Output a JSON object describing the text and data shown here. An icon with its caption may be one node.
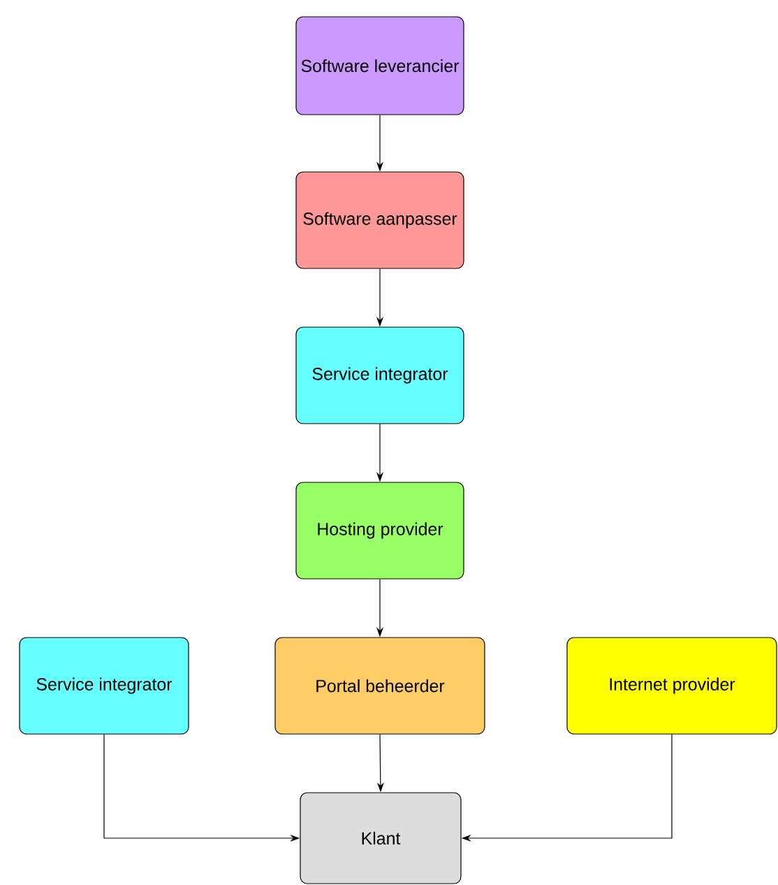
{
  "diagram": {
    "nodes": [
      {
        "text": [
          "Software leverancier"
        ]
      },
      {
        "text": [
          "Software aanpasser"
        ]
      },
      {
        "text": [
          "Service integrator"
        ]
      },
      {
        "text": [
          "Hosting provider"
        ]
      },
      {
        "text": [
          "Service integrator"
        ]
      },
      {
        "text": [
          "Portal beheerder"
        ]
      },
      {
        "text": [
          "Internet provider"
        ]
      },
      {
        "text": [
          "Klant"
        ]
      }
    ],
    "edges": [
      {
        "from": 0,
        "to": 1,
        "arrow": "to"
      },
      {
        "from": 1,
        "to": 2,
        "arrow": "to"
      },
      {
        "from": 2,
        "to": 3,
        "arrow": "to"
      },
      {
        "from": 3,
        "to": 5,
        "arrow": "to"
      },
      {
        "from": 5,
        "to": 7,
        "arrow": "to"
      },
      {
        "from": 4,
        "to": 7,
        "arrow": "to"
      },
      {
        "from": 6,
        "to": 7,
        "arrow": "to"
      }
    ]
  }
}
